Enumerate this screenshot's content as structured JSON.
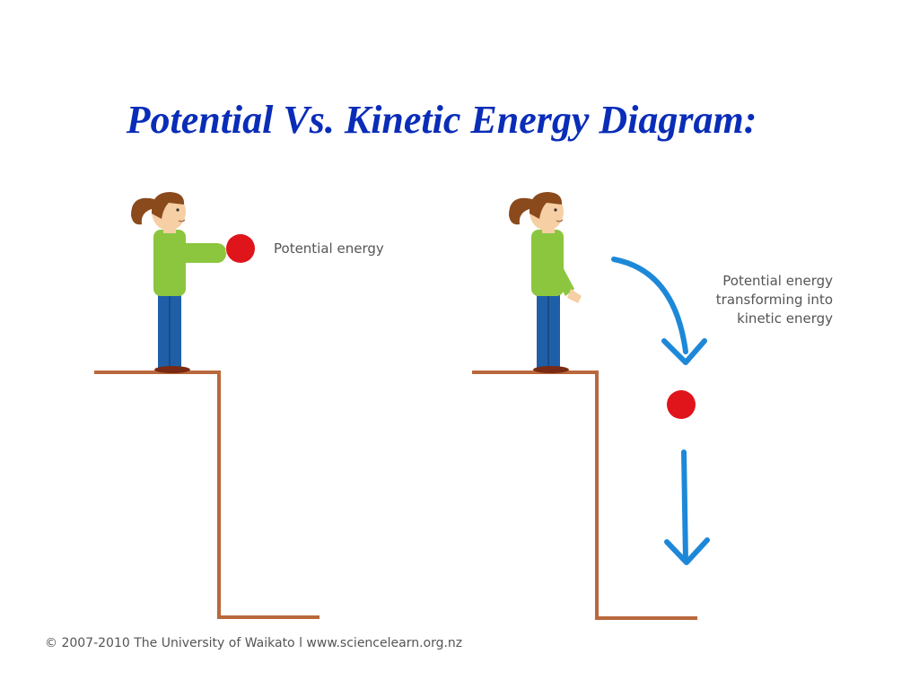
{
  "title": "Potential Vs. Kinetic Energy Diagram:",
  "left_panel": {
    "label": "Potential energy"
  },
  "right_panel": {
    "label_lines": [
      "Potential energy",
      "transforming into",
      "kinetic energy"
    ]
  },
  "copyright": "© 2007-2010 The University of Waikato l www.sciencelearn.org.nz",
  "colors": {
    "title": "#0a2db8",
    "cliff": "#b9683c",
    "ball": "#e0141b",
    "arrow": "#1e88d8",
    "shirt": "#8cc63f",
    "pants": "#1f5fa8",
    "hair": "#8a4a1c",
    "skin": "#f6cfa4"
  }
}
